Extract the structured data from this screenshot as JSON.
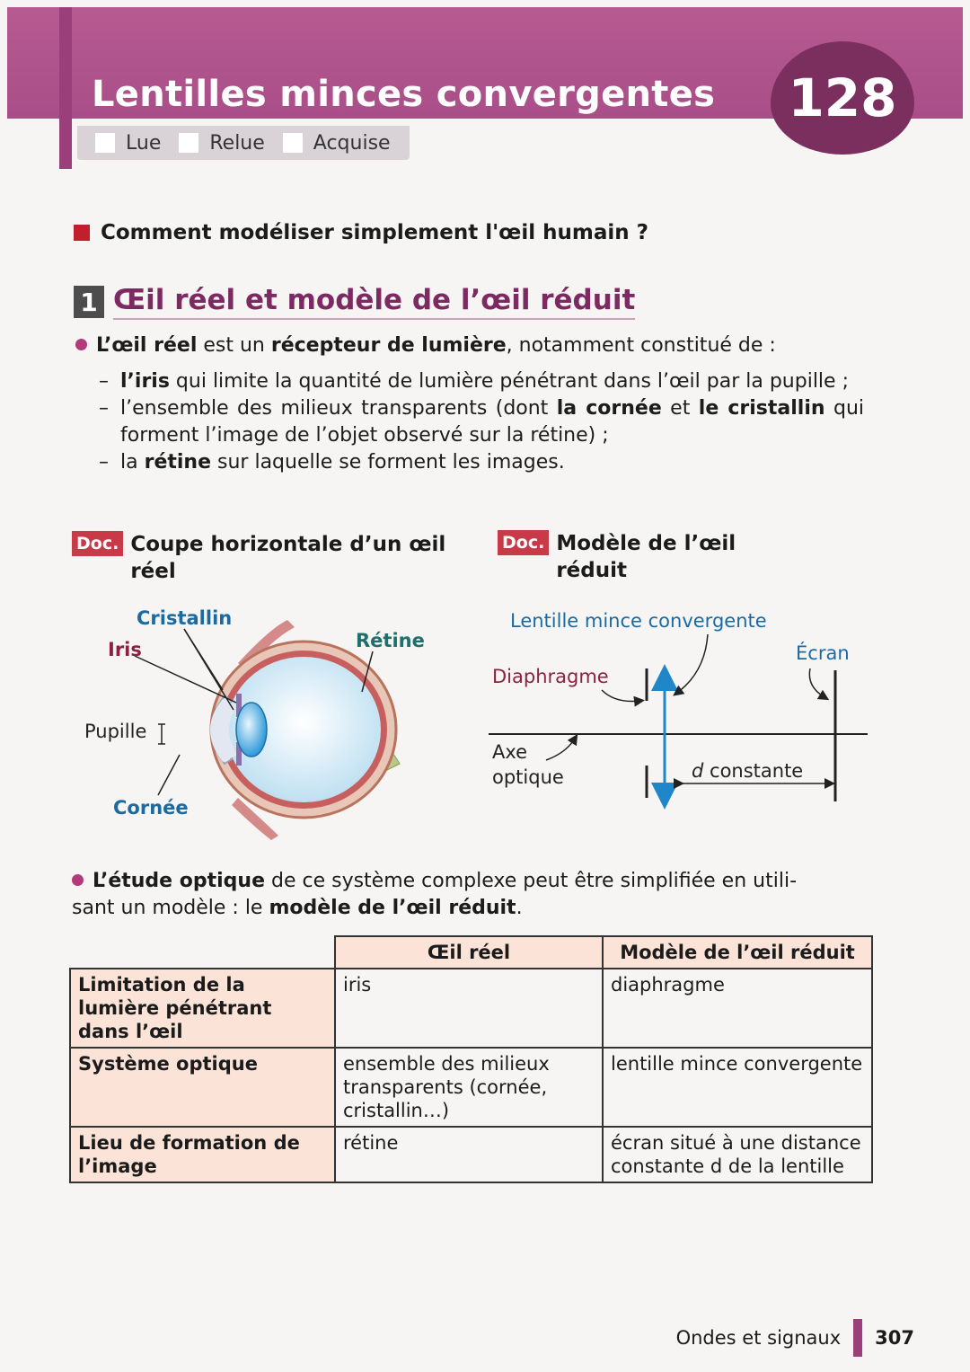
{
  "header": {
    "title": "Lentilles minces convergentes",
    "fiche_number": "128",
    "progress": [
      {
        "label": "Lue",
        "checked": false
      },
      {
        "label": "Relue",
        "checked": false
      },
      {
        "label": "Acquise",
        "checked": false
      }
    ]
  },
  "question": "Comment modéliser simplement l'œil humain ?",
  "section": {
    "number": "1",
    "title": "Œil réel et modèle de l’œil réduit"
  },
  "intro": {
    "part1": "L’œil réel",
    "part2": " est un ",
    "part3": "récepteur de lumière",
    "part4": ", notamment constitué de :",
    "items": [
      {
        "a": "l’iris",
        "b": " qui limite la quantité de lumière pénétrant dans l’œil par la pupille ;"
      },
      {
        "a": "l’ensemble des milieux transparents (dont ",
        "b": "la cornée",
        "c": " et ",
        "d": "le cristallin",
        "e": " qui forment l’image de l’objet observé sur la rétine) ;"
      },
      {
        "a": "la ",
        "b": "rétine",
        "c": " sur laquelle se forment les images."
      }
    ]
  },
  "doc1": {
    "badge": "Doc.",
    "title": "Coupe horizontale d’un œil réel",
    "labels": {
      "cristallin": "Cristallin",
      "iris": "Iris",
      "retine": "Rétine",
      "pupille": "Pupille",
      "cornee": "Cornée"
    }
  },
  "doc2": {
    "badge": "Doc.",
    "title": "Modèle de l’œil réduit",
    "labels": {
      "lentille": "Lentille mince convergente",
      "ecran": "Écran",
      "diaphragme": "Diaphragme",
      "axe1": "Axe",
      "axe2": "optique",
      "d": "d",
      "constante": " constante"
    }
  },
  "study": {
    "a": "L’étude optique",
    "b": " de ce système complexe peut être simplifiée en utili-",
    "c": "sant un modèle : le ",
    "d": "modèle de l’œil réduit",
    "e": "."
  },
  "table": {
    "headers": [
      "Œil réel",
      "Modèle de l’œil réduit"
    ],
    "rows": [
      {
        "label": "Limitation de la lumière pénétrant dans l’œil",
        "reel": "iris",
        "modele": "diaphragme"
      },
      {
        "label": "Système optique",
        "reel": "ensemble des milieux transparents (cornée, cristallin…)",
        "modele": "lentille mince convergente"
      },
      {
        "label": "Lieu de formation de l’image",
        "reel": "rétine",
        "modele": "écran situé à une distance constante d de la lentille"
      }
    ]
  },
  "footer": {
    "section": "Ondes et signaux",
    "page": "307"
  },
  "colors": {
    "accent": "#a94e88",
    "number_bg": "#7b2f5f",
    "doc_badge": "#c83a48",
    "blue_label": "#1b6aa0",
    "red_label": "#8b2340",
    "table_header": "#fbe3d7"
  }
}
